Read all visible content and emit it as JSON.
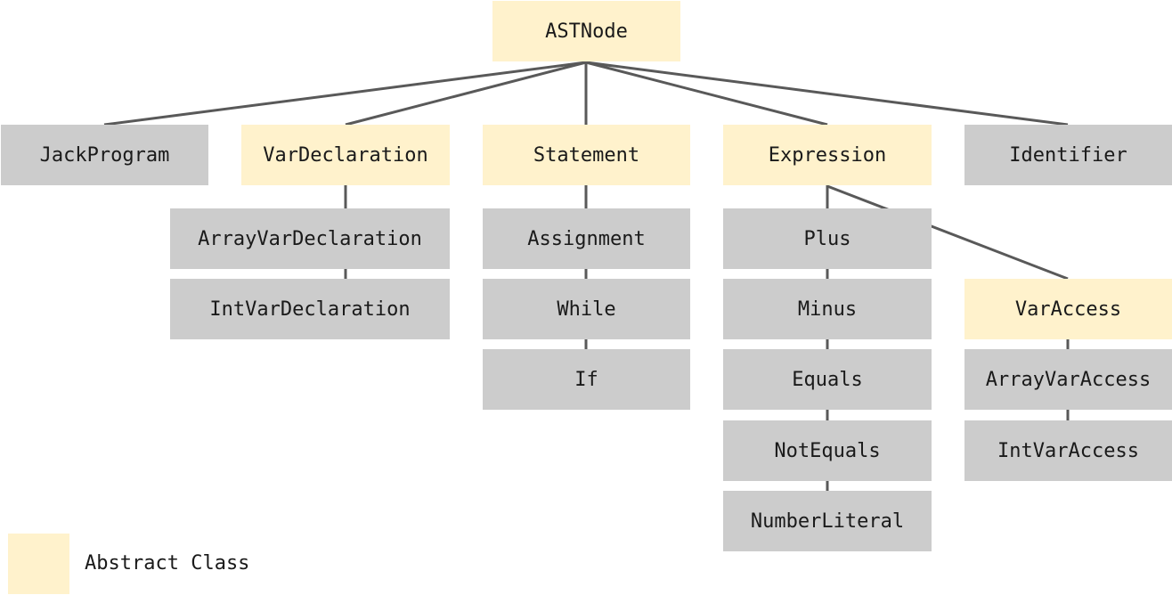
{
  "colors": {
    "abstract": "#fff2cc",
    "concrete": "#cccccc",
    "edge": "#595959",
    "text": "#1a1a1a"
  },
  "legend": {
    "label": "Abstract Class"
  },
  "nodes": {
    "astnode": {
      "label": "ASTNode",
      "abstract": true
    },
    "jackprogram": {
      "label": "JackProgram",
      "abstract": false
    },
    "vardeclaration": {
      "label": "VarDeclaration",
      "abstract": true
    },
    "statement": {
      "label": "Statement",
      "abstract": true
    },
    "expression": {
      "label": "Expression",
      "abstract": true
    },
    "identifier": {
      "label": "Identifier",
      "abstract": false
    },
    "arrayvardeclaration": {
      "label": "ArrayVarDeclaration",
      "abstract": false
    },
    "intvardeclaration": {
      "label": "IntVarDeclaration",
      "abstract": false
    },
    "assignment": {
      "label": "Assignment",
      "abstract": false
    },
    "while": {
      "label": "While",
      "abstract": false
    },
    "if": {
      "label": "If",
      "abstract": false
    },
    "plus": {
      "label": "Plus",
      "abstract": false
    },
    "minus": {
      "label": "Minus",
      "abstract": false
    },
    "equals": {
      "label": "Equals",
      "abstract": false
    },
    "notequals": {
      "label": "NotEquals",
      "abstract": false
    },
    "numberliteral": {
      "label": "NumberLiteral",
      "abstract": false
    },
    "varaccess": {
      "label": "VarAccess",
      "abstract": true
    },
    "arrayvaraccess": {
      "label": "ArrayVarAccess",
      "abstract": false
    },
    "intvaraccess": {
      "label": "IntVarAccess",
      "abstract": false
    }
  },
  "edges": [
    [
      "astnode",
      "jackprogram"
    ],
    [
      "astnode",
      "vardeclaration"
    ],
    [
      "astnode",
      "statement"
    ],
    [
      "astnode",
      "expression"
    ],
    [
      "astnode",
      "identifier"
    ],
    [
      "vardeclaration",
      "arrayvardeclaration"
    ],
    [
      "vardeclaration",
      "intvardeclaration"
    ],
    [
      "statement",
      "assignment"
    ],
    [
      "statement",
      "while"
    ],
    [
      "statement",
      "if"
    ],
    [
      "expression",
      "plus"
    ],
    [
      "expression",
      "minus"
    ],
    [
      "expression",
      "equals"
    ],
    [
      "expression",
      "notequals"
    ],
    [
      "expression",
      "numberliteral"
    ],
    [
      "expression",
      "varaccess"
    ],
    [
      "varaccess",
      "arrayvaraccess"
    ],
    [
      "varaccess",
      "intvaraccess"
    ]
  ]
}
